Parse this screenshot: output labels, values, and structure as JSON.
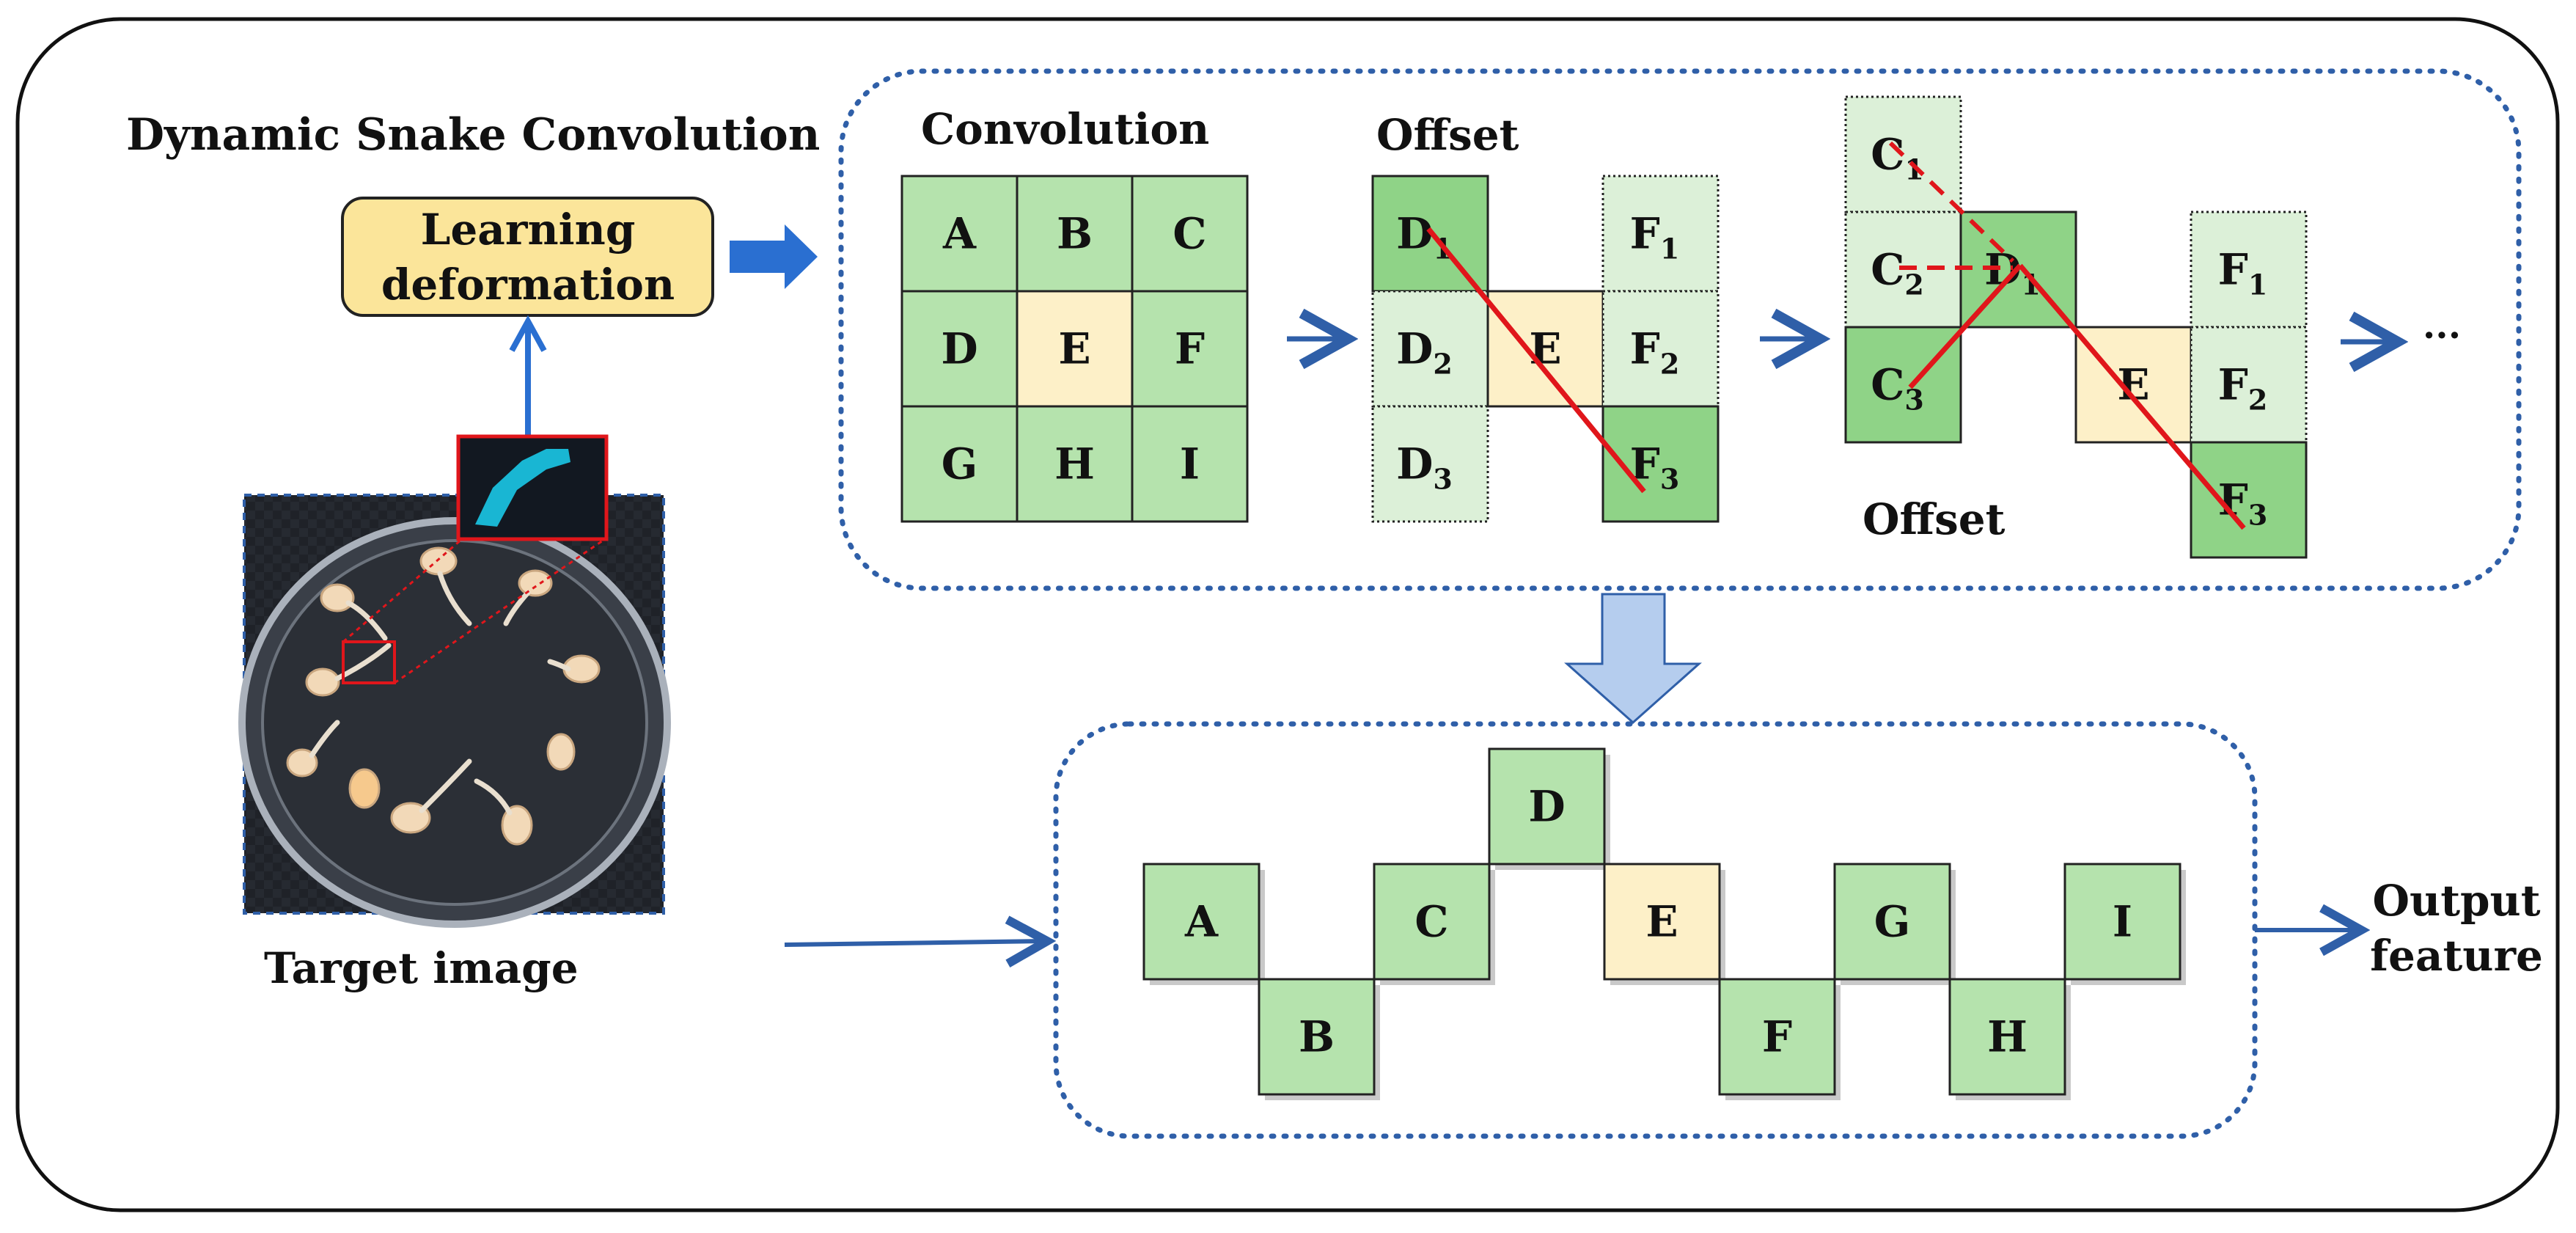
{
  "title": "Dynamic Snake Convolution",
  "learning_box": {
    "line1": "Learning",
    "line2": "deformation"
  },
  "target_label": "Target image",
  "convolution_title": "Convolution",
  "offset_title_1": "Offset",
  "offset_title_2": "Offset",
  "ellipsis": "···",
  "output_label": {
    "line1": "Output",
    "line2": "feature"
  },
  "grid_letters": [
    "A",
    "B",
    "C",
    "D",
    "E",
    "F",
    "G",
    "H",
    "I"
  ],
  "offset1_cells": [
    {
      "base": "D",
      "sub": "1"
    },
    {
      "base": "D",
      "sub": "2"
    },
    {
      "base": "D",
      "sub": "3"
    },
    {
      "base": "E",
      "sub": ""
    },
    {
      "base": "F",
      "sub": "1"
    },
    {
      "base": "F",
      "sub": "2"
    },
    {
      "base": "F",
      "sub": "3"
    }
  ],
  "offset2_cells": [
    {
      "base": "C",
      "sub": "1"
    },
    {
      "base": "C",
      "sub": "2"
    },
    {
      "base": "C",
      "sub": "3"
    },
    {
      "base": "D",
      "sub": "1"
    },
    {
      "base": "E",
      "sub": ""
    },
    {
      "base": "F",
      "sub": "1"
    },
    {
      "base": "F",
      "sub": "2"
    },
    {
      "base": "F",
      "sub": "3"
    }
  ],
  "snake_letters": [
    "A",
    "B",
    "C",
    "D",
    "E",
    "F",
    "G",
    "H",
    "I"
  ],
  "colors": {
    "green": "#b5e3ad",
    "dark_green": "#8fd387",
    "light_green": "#dcf0d8",
    "center": "#fdf0c8",
    "yellow_box": "#fbe59a",
    "blue": "#2a6fd1",
    "dotted_blue": "#2f5fa8",
    "arrow_fill": "#b5cdee",
    "red": "#e0161b"
  }
}
